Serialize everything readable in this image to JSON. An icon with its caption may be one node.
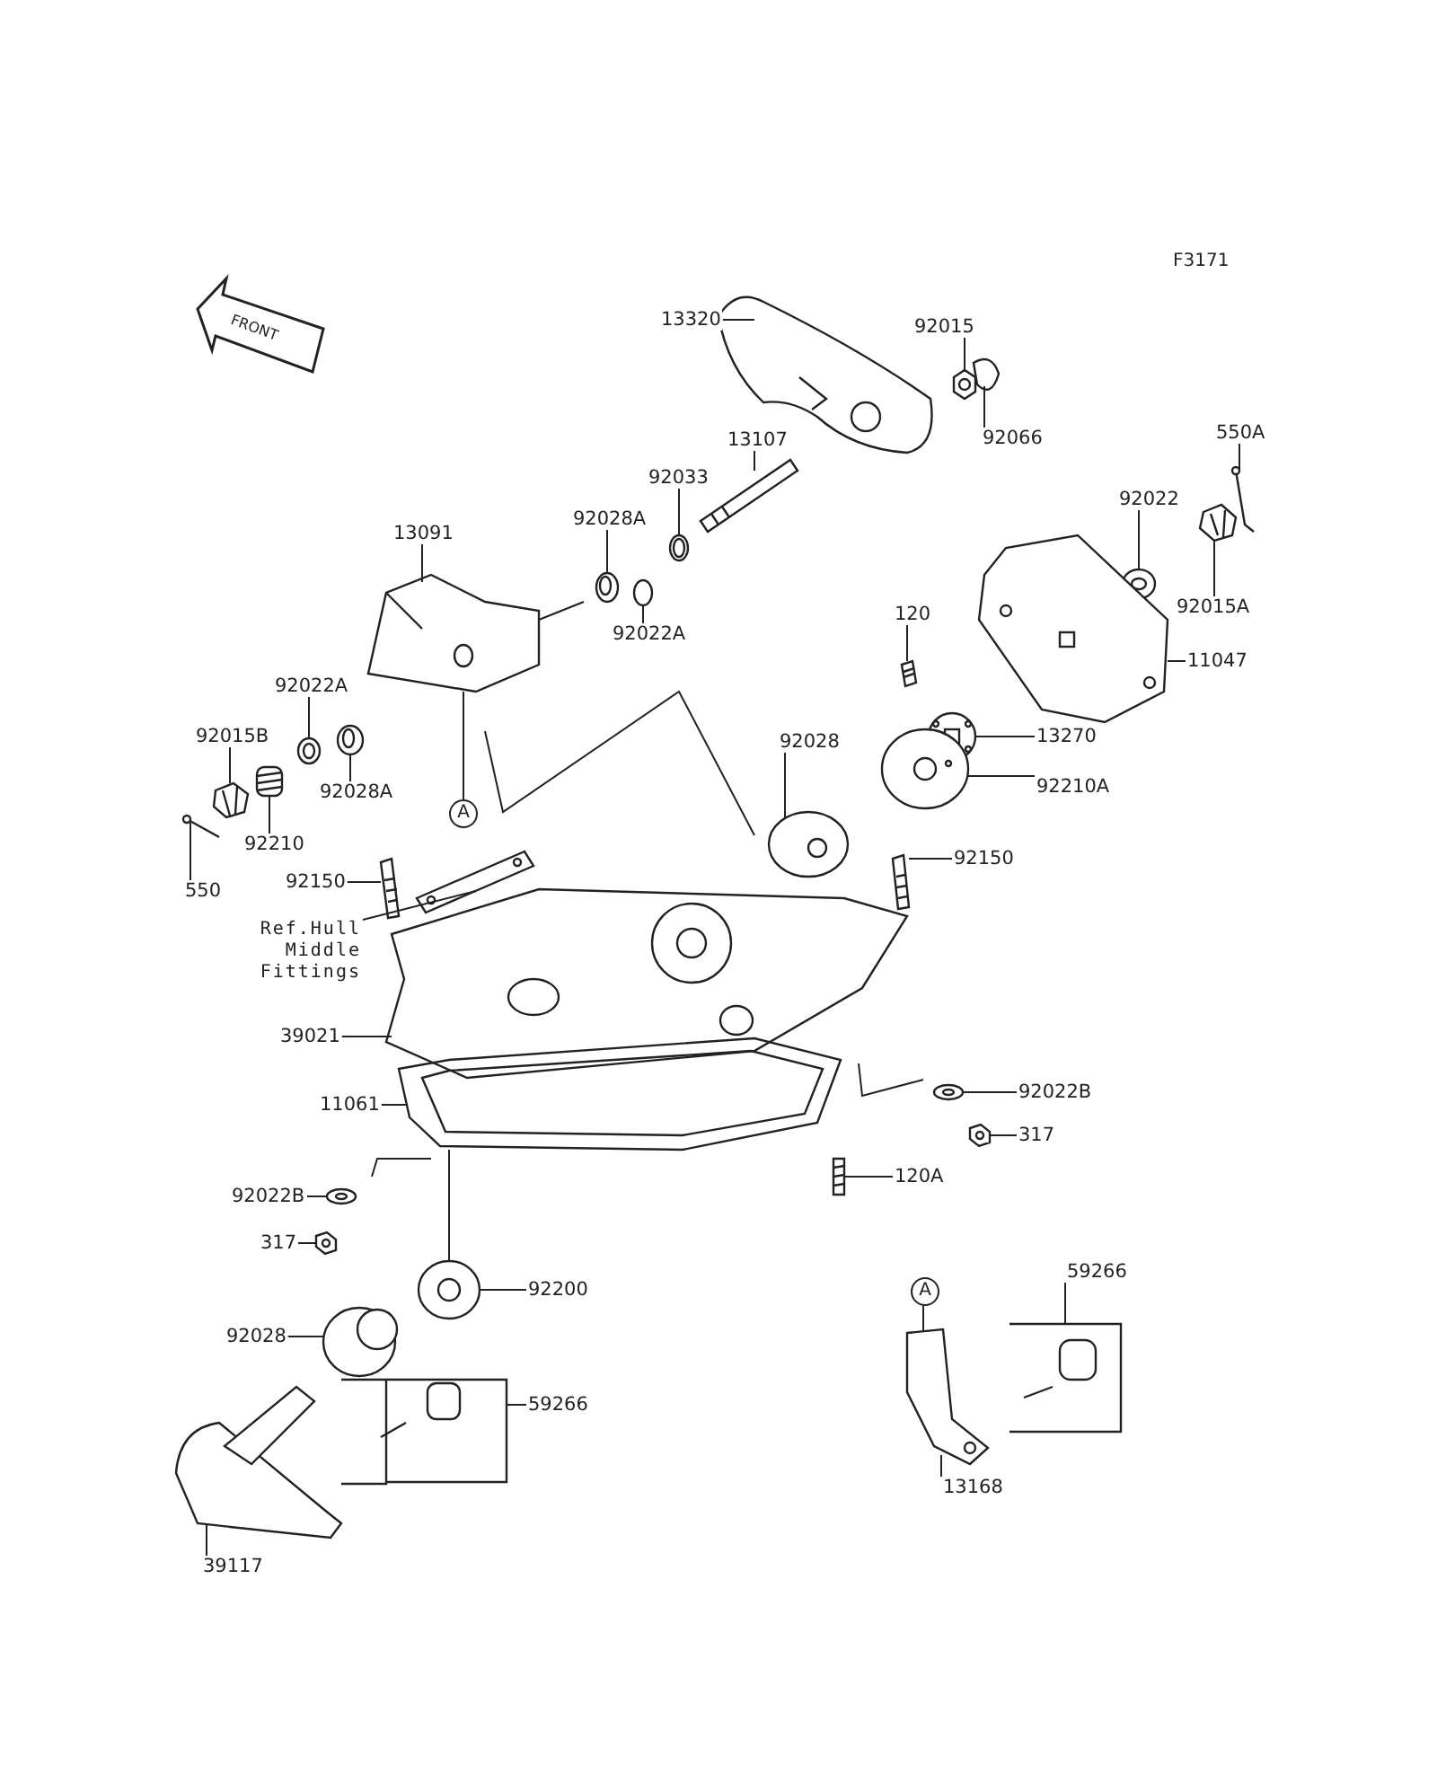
{
  "diagram": {
    "nodes": [
      {
        "text": [
          "13320"
        ]
      },
      {
        "text": [
          "92015"
        ]
      },
      {
        "text": [
          "92066"
        ]
      },
      {
        "text": [
          "13107"
        ]
      },
      {
        "text": [
          "92033"
        ]
      },
      {
        "text": [
          "92028A"
        ]
      },
      {
        "text": [
          "92022A"
        ]
      },
      {
        "text": [
          "13091"
        ]
      },
      {
        "text": [
          "550A"
        ]
      },
      {
        "text": [
          "92022"
        ]
      },
      {
        "text": [
          "92015A"
        ]
      },
      {
        "text": [
          "11047"
        ]
      },
      {
        "text": [
          "120"
        ]
      },
      {
        "text": [
          "13270"
        ]
      },
      {
        "text": [
          "92028"
        ]
      },
      {
        "text": [
          "92210A"
        ]
      },
      {
        "text": [
          "92022A"
        ]
      },
      {
        "text": [
          "92015B"
        ]
      },
      {
        "text": [
          "92028A"
        ]
      },
      {
        "text": [
          "92210"
        ]
      },
      {
        "text": [
          "550"
        ]
      },
      {
        "text": [
          "92150"
        ]
      },
      {
        "text": [
          "92150"
        ]
      },
      {
        "text": [
          "Ref.Hull Middle Fittings"
        ]
      },
      {
        "text": [
          "39021"
        ]
      },
      {
        "text": [
          "11061"
        ]
      },
      {
        "text": [
          "92022B"
        ]
      },
      {
        "text": [
          "317"
        ]
      },
      {
        "text": [
          "92200"
        ]
      },
      {
        "text": [
          "92028"
        ]
      },
      {
        "text": [
          "59266"
        ]
      },
      {
        "text": [
          "39117"
        ]
      },
      {
        "text": [
          "92022B"
        ]
      },
      {
        "text": [
          "317"
        ]
      },
      {
        "text": [
          "120A"
        ]
      },
      {
        "text": [
          "A"
        ]
      },
      {
        "text": [
          "A"
        ]
      },
      {
        "text": [
          "59266"
        ]
      },
      {
        "text": [
          "13168"
        ]
      },
      {
        "text": [],
        "shape": "picture"
      },
      {
        "text": [],
        "shape": "picture"
      },
      {
        "text": [],
        "shape": "picture"
      },
      {
        "text": [],
        "shape": "picture"
      },
      {
        "text": [],
        "shape": "picture"
      },
      {
        "text": [],
        "shape": "picture"
      },
      {
        "text": [],
        "shape": "picture"
      },
      {
        "text": [],
        "shape": "picture"
      },
      {
        "text": [],
        "shape": "picture"
      },
      {
        "text": [],
        "shape": "picture"
      },
      {
        "text": [],
        "shape": "picture"
      },
      {
        "text": [],
        "shape": "picture"
      },
      {
        "text": [],
        "shape": "picture"
      },
      {
        "text": [],
        "shape": "picture"
      },
      {
        "text": [],
        "shape": "picture"
      },
      {
        "text": [],
        "shape": "picture"
      },
      {
        "text": [],
        "shape": "picture"
      },
      {
        "text": [],
        "shape": "picture"
      },
      {
        "text": [],
        "shape": "picture"
      },
      {
        "text": [],
        "shape": "picture"
      },
      {
        "text": [],
        "shape": "picture"
      },
      {
        "text": [],
        "shape": "picture"
      },
      {
        "text": [],
        "shape": "picture"
      },
      {
        "text": [],
        "shape": "picture"
      },
      {
        "text": [],
        "shape": "picture"
      },
      {
        "text": [],
        "shape": "picture"
      },
      {
        "text": [],
        "shape": "picture"
      },
      {
        "text": [],
        "shape": "picture"
      },
      {
        "text": [],
        "shape": "picture"
      },
      {
        "text": [],
        "shape": "picture"
      },
      {
        "text": [],
        "shape": "picture"
      },
      {
        "text": [],
        "shape": "picture"
      },
      {
        "text": [],
        "shape": "picture"
      },
      {
        "text": [],
        "shape": "picture"
      },
      {
        "text": [],
        "shape": "picture"
      },
      {
        "text": [],
        "shape": "picture"
      },
      {
        "text": [],
        "shape": "picture"
      },
      {
        "text": [
          "FRONT"
        ]
      }
    ],
    "edges": [
      {
        "from": 0,
        "to": 56,
        "arrow": "none"
      },
      {
        "from": 1,
        "to": 39,
        "arrow": "none"
      },
      {
        "from": 2,
        "to": 40,
        "arrow": "none"
      },
      {
        "from": 3,
        "to": 57,
        "arrow": "none"
      },
      {
        "from": 4,
        "to": 41,
        "arrow": "none"
      },
      {
        "from": 5,
        "to": 42,
        "arrow": "none"
      },
      {
        "from": 6,
        "to": 43,
        "arrow": "none"
      },
      {
        "from": 7,
        "to": 58,
        "arrow": "none"
      },
      {
        "from": 8,
        "to": 59,
        "arrow": "none"
      },
      {
        "from": 9,
        "to": 44,
        "arrow": "none"
      },
      {
        "from": 10,
        "to": 45,
        "arrow": "none"
      },
      {
        "from": 11,
        "to": 60,
        "arrow": "none"
      },
      {
        "from": 12,
        "to": 46,
        "arrow": "none"
      },
      {
        "from": 13,
        "to": 61,
        "arrow": "none"
      },
      {
        "from": 14,
        "to": 62,
        "arrow": "none"
      },
      {
        "from": 15,
        "to": 63,
        "arrow": "none"
      },
      {
        "from": 16,
        "to": 47,
        "arrow": "none"
      },
      {
        "from": 17,
        "to": 48,
        "arrow": "none"
      },
      {
        "from": 18,
        "to": 49,
        "arrow": "none"
      },
      {
        "from": 19,
        "to": 50,
        "arrow": "none"
      },
      {
        "from": 20,
        "to": 64,
        "arrow": "none"
      },
      {
        "from": 21,
        "to": 53,
        "arrow": "none"
      },
      {
        "from": 22,
        "to": 54,
        "arrow": "none"
      },
      {
        "from": 23,
        "to": 65,
        "arrow": "none"
      },
      {
        "from": 24,
        "to": 66,
        "arrow": "none"
      },
      {
        "from": 25,
        "to": 67,
        "arrow": "none"
      },
      {
        "from": 26,
        "to": 51,
        "arrow": "none"
      },
      {
        "from": 27,
        "to": 52,
        "arrow": "none"
      },
      {
        "from": 28,
        "to": 55,
        "arrow": "none"
      },
      {
        "from": 29,
        "to": 68,
        "arrow": "none"
      },
      {
        "from": 30,
        "to": 69,
        "arrow": "none"
      },
      {
        "from": 31,
        "to": 70,
        "arrow": "none"
      },
      {
        "from": 32,
        "to": 71,
        "arrow": "none"
      },
      {
        "from": 33,
        "to": 72,
        "arrow": "none"
      },
      {
        "from": 34,
        "to": 73,
        "arrow": "none"
      },
      {
        "from": 35,
        "to": 58,
        "arrow": "none"
      },
      {
        "from": 36,
        "to": 75,
        "arrow": "none"
      },
      {
        "from": 37,
        "to": 74,
        "arrow": "none"
      },
      {
        "from": 38,
        "to": 75,
        "arrow": "none"
      },
      {
        "from": 67,
        "to": 55,
        "arrow": "none"
      }
    ],
    "labels": [
      "F3171"
    ]
  }
}
